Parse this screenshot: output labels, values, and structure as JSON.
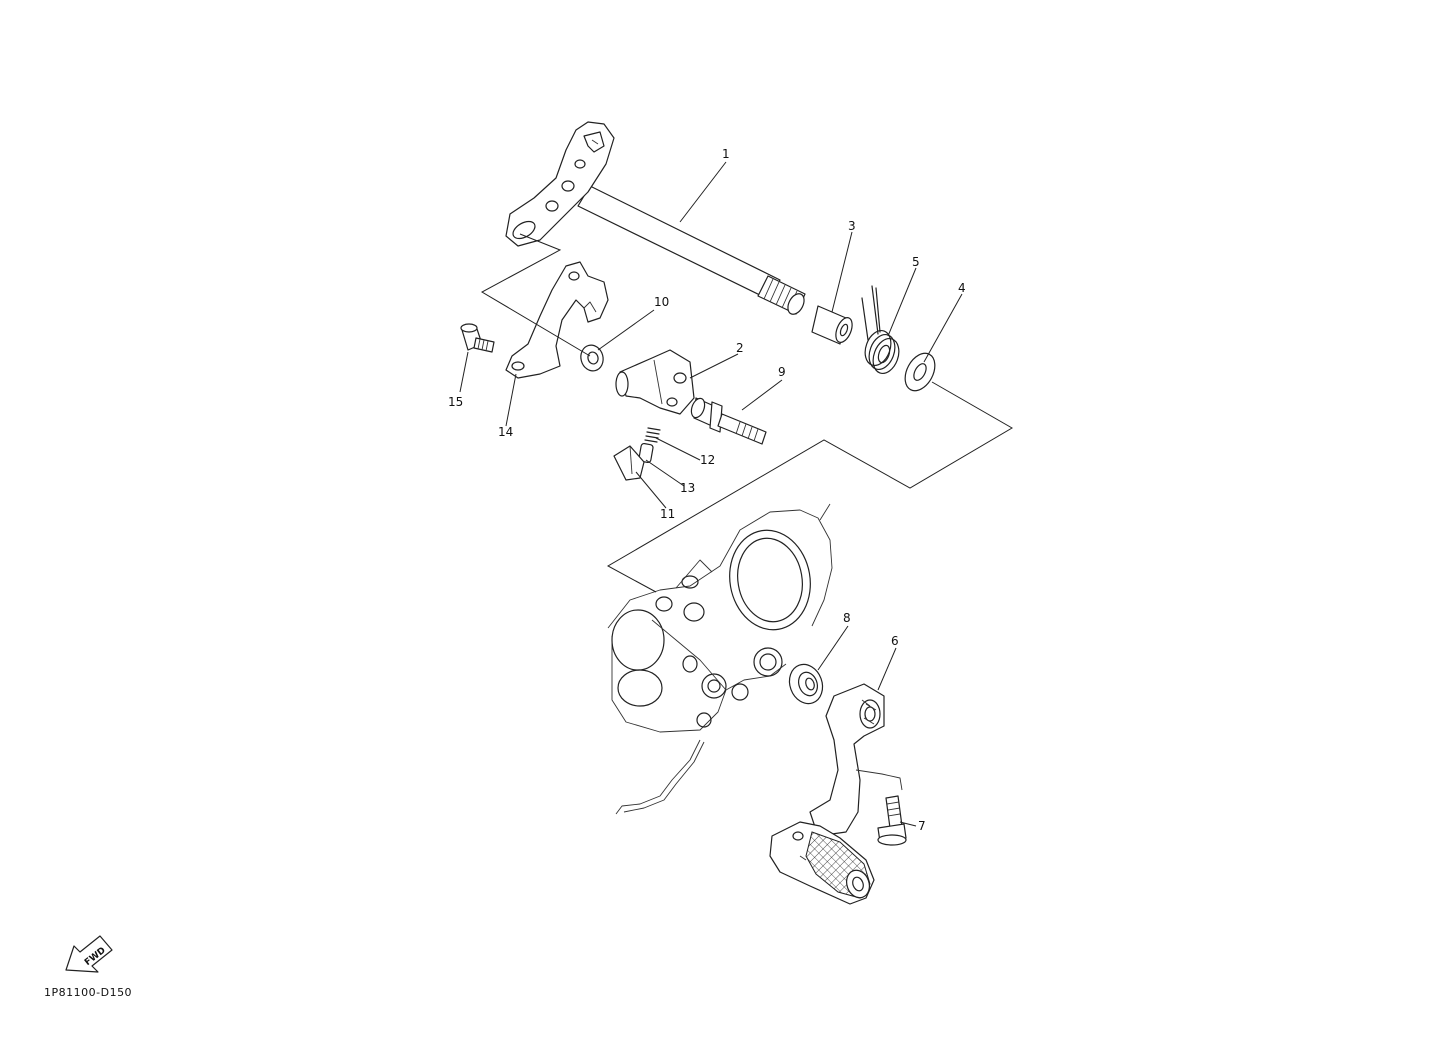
{
  "diagram": {
    "part_numbers": [
      "1",
      "2",
      "3",
      "4",
      "5",
      "6",
      "7",
      "8",
      "9",
      "10",
      "11",
      "12",
      "13",
      "14",
      "15"
    ],
    "fwd_label": "FWD",
    "diagram_code": "1P81100-D150"
  },
  "icons": {
    "forward_arrow": "fwd-arrow-icon"
  }
}
